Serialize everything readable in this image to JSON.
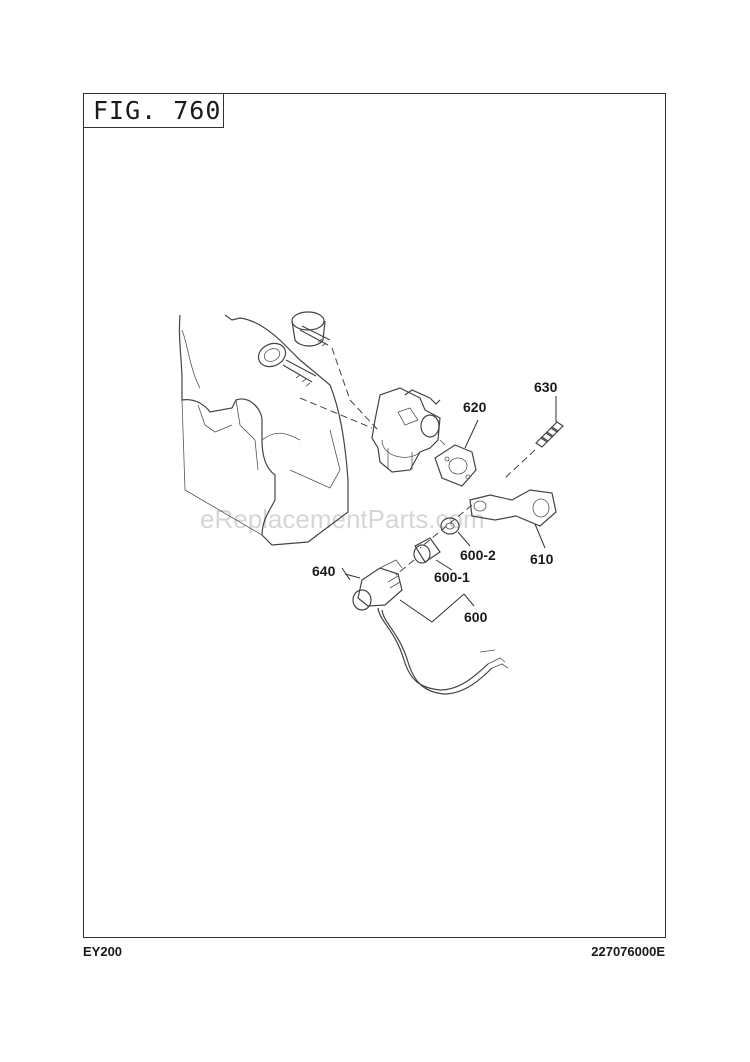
{
  "figure": {
    "title": "FIG. 760"
  },
  "footer": {
    "model": "EY200",
    "code": "227076000E"
  },
  "watermark": "eReplacementParts.com",
  "callouts": {
    "c620": "620",
    "c630": "630",
    "c610": "610",
    "c600_2": "600-2",
    "c600_1": "600-1",
    "c600": "600",
    "c640": "640"
  }
}
